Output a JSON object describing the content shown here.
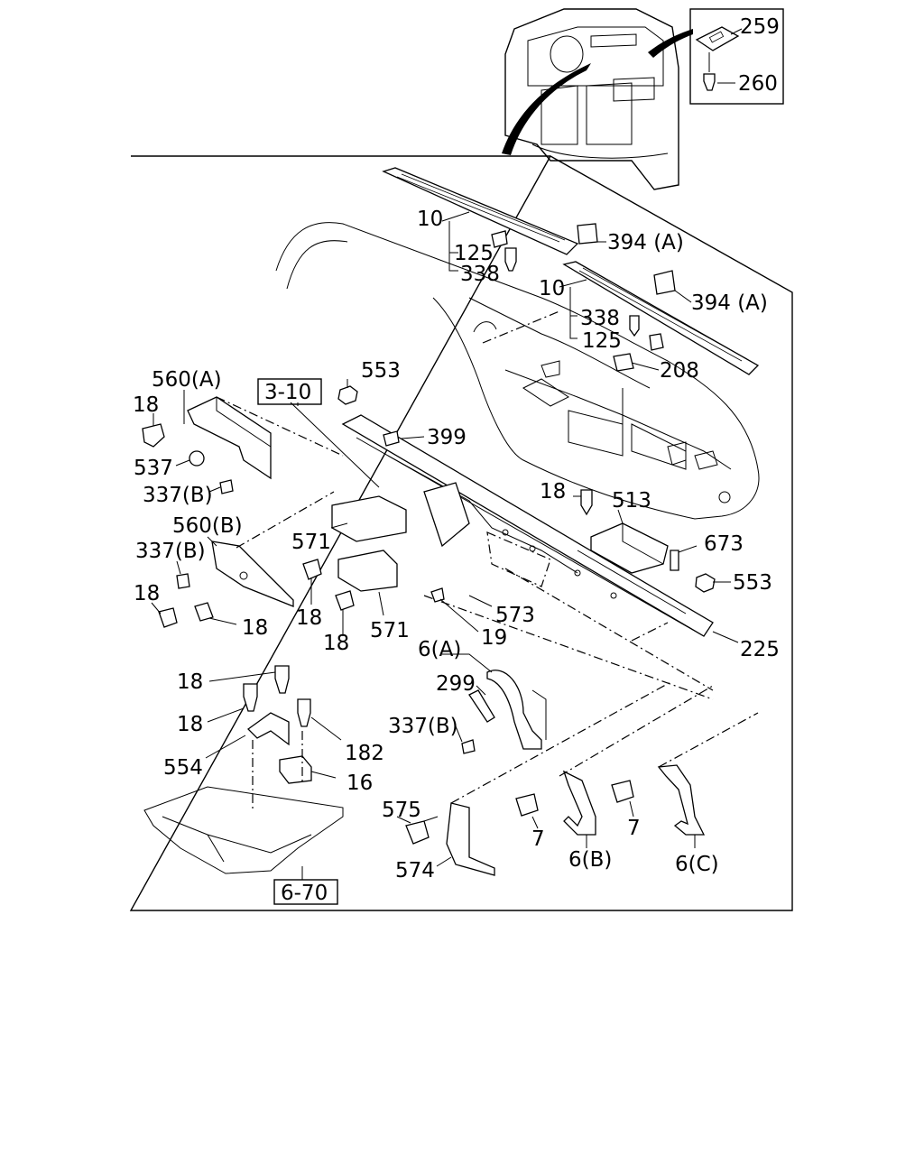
{
  "diagram": {
    "callouts": {
      "p259": "259",
      "p260": "260",
      "p10a": "10",
      "p125a": "125",
      "p338a": "338",
      "p394a": "394 (A)",
      "p394b": "394 (A)",
      "p10b": "10",
      "p338b": "338",
      "p125b": "125",
      "p208": "208",
      "p560a": "560(A)",
      "p553a": "553",
      "p18a": "18",
      "p399": "399",
      "p537": "537",
      "p337a": "337(B)",
      "p560b": "560(B)",
      "p337b": "337(B)",
      "p18b": "18",
      "p18c": "18",
      "p571a": "571",
      "p18d": "18",
      "p18e": "18",
      "p571b": "571",
      "p18f": "18",
      "p513": "513",
      "p673": "673",
      "p553b": "553",
      "p573": "573",
      "p19": "19",
      "p225": "225",
      "p6a": "6(A)",
      "p299": "299",
      "p337c": "337(B)",
      "p18g": "18",
      "p18h": "18",
      "p182": "182",
      "p554": "554",
      "p16": "16",
      "p575": "575",
      "p7a": "7",
      "p7b": "7",
      "p574": "574",
      "p6b": "6(B)",
      "p6c": "6(C)"
    },
    "refs": {
      "r310": "3-10",
      "r670": "6-70"
    }
  }
}
